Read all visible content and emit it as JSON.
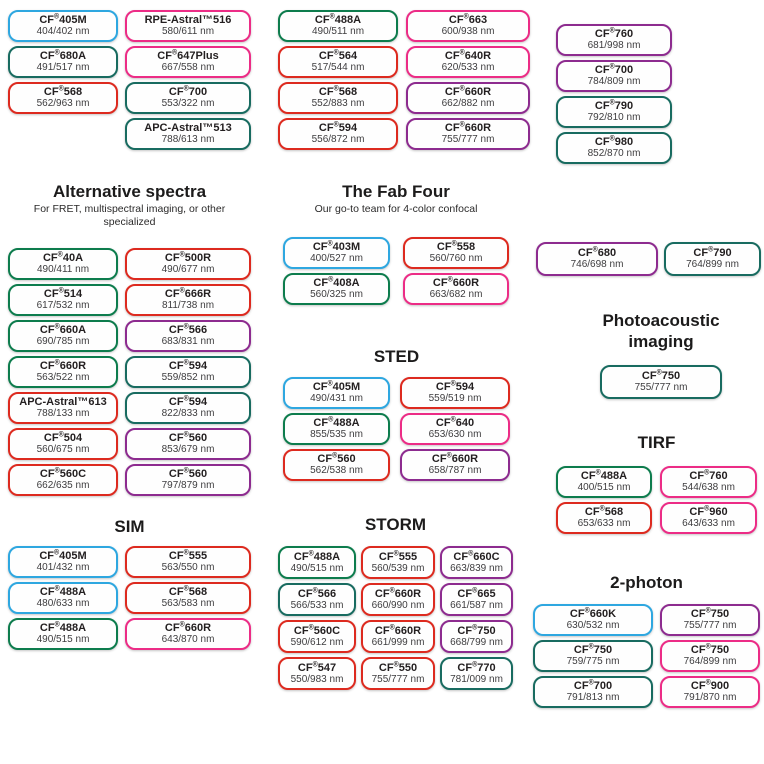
{
  "colors": {
    "blue": "#2ea7e0",
    "green": "#0d7c4d",
    "teal": "#186b60",
    "red": "#dd2a1f",
    "pink": "#ec2c86",
    "purple": "#8d2b8f"
  },
  "sections": {
    "top_left": {
      "columns": [
        [
          {
            "name": "CF®405M",
            "wl": "404/402 nm",
            "color": "blue"
          },
          {
            "name": "CF®680A",
            "wl": "491/517 nm",
            "color": "teal"
          },
          {
            "name": "CF®568",
            "wl": "562/963 nm",
            "color": "red"
          }
        ],
        [
          {
            "name": "RPE-Astral™516",
            "wl": "580/611 nm",
            "color": "pink"
          },
          {
            "name": "CF®647Plus",
            "wl": "667/558 nm",
            "color": "pink"
          },
          {
            "name": "CF®700",
            "wl": "553/322 nm",
            "color": "teal"
          },
          {
            "name": "APC-Astral™513",
            "wl": "788/613 nm",
            "color": "teal"
          }
        ]
      ]
    },
    "top_middle": {
      "columns": [
        [
          {
            "name": "CF®488A",
            "wl": "490/511 nm",
            "color": "green"
          },
          {
            "name": "CF®564",
            "wl": "517/544 nm",
            "color": "red"
          },
          {
            "name": "CF®568",
            "wl": "552/883 nm",
            "color": "red"
          },
          {
            "name": "CF®594",
            "wl": "556/872 nm",
            "color": "red"
          }
        ],
        [
          {
            "name": "CF®663",
            "wl": "600/938 nm",
            "color": "pink"
          },
          {
            "name": "CF®640R",
            "wl": "620/533 nm",
            "color": "pink"
          },
          {
            "name": "CF®660R",
            "wl": "662/882 nm",
            "color": "purple"
          },
          {
            "name": "CF®660R",
            "wl": "755/777 nm",
            "color": "purple"
          }
        ]
      ]
    },
    "top_right": {
      "columns": [
        [
          {
            "name": "CF®760",
            "wl": "681/998 nm",
            "color": "purple"
          },
          {
            "name": "CF®700",
            "wl": "784/809 nm",
            "color": "purple"
          },
          {
            "name": "CF®790",
            "wl": "792/810 nm",
            "color": "teal"
          },
          {
            "name": "CF®980",
            "wl": "852/870 nm",
            "color": "teal"
          }
        ]
      ]
    },
    "alt": {
      "title": "Alternative spectra",
      "subtitle": "For FRET, multispectral imaging, or other specialized",
      "columns": [
        [
          {
            "name": "CF®40A",
            "wl": "490/411 nm",
            "color": "green"
          },
          {
            "name": "CF®514",
            "wl": "617/532 nm",
            "color": "green"
          },
          {
            "name": "CF®660A",
            "wl": "690/785 nm",
            "color": "green"
          },
          {
            "name": "CF®660R",
            "wl": "563/522 nm",
            "color": "green"
          },
          {
            "name": "APC-Astral™613",
            "wl": "788/133 nm",
            "color": "red"
          },
          {
            "name": "CF®504",
            "wl": "560/675 nm",
            "color": "red"
          },
          {
            "name": "CF®560C",
            "wl": "662/635 nm",
            "color": "red"
          }
        ],
        [
          {
            "name": "CF®500R",
            "wl": "490/677 nm",
            "color": "red"
          },
          {
            "name": "CF®666R",
            "wl": "811/738 nm",
            "color": "red"
          },
          {
            "name": "CF®566",
            "wl": "683/831 nm",
            "color": "purple"
          },
          {
            "name": "CF®594",
            "wl": "559/852 nm",
            "color": "teal"
          },
          {
            "name": "CF®594",
            "wl": "822/833 nm",
            "color": "teal"
          },
          {
            "name": "CF®560",
            "wl": "853/679 nm",
            "color": "purple"
          },
          {
            "name": "CF®560",
            "wl": "797/879 nm",
            "color": "purple"
          }
        ]
      ]
    },
    "fab": {
      "title": "The Fab Four",
      "subtitle": "Our go-to team for 4-color confocal",
      "columns": [
        [
          {
            "name": "CF®403M",
            "wl": "400/527 nm",
            "color": "blue"
          },
          {
            "name": "CF®408A",
            "wl": "560/325 nm",
            "color": "green"
          }
        ],
        [
          {
            "name": "CF®558",
            "wl": "560/760 nm",
            "color": "red"
          },
          {
            "name": "CF®660R",
            "wl": "663/682 nm",
            "color": "pink"
          }
        ]
      ]
    },
    "pair": {
      "columns": [
        [
          {
            "name": "CF®680",
            "wl": "746/698 nm",
            "color": "purple"
          }
        ],
        [
          {
            "name": "CF®790",
            "wl": "764/899 nm",
            "color": "teal"
          }
        ]
      ]
    },
    "sted": {
      "title": "STED",
      "columns": [
        [
          {
            "name": "CF®405M",
            "wl": "490/431 nm",
            "color": "blue"
          },
          {
            "name": "CF®488A",
            "wl": "855/535 nm",
            "color": "green"
          },
          {
            "name": "CF®560",
            "wl": "562/538 nm",
            "color": "red"
          }
        ],
        [
          {
            "name": "CF®594",
            "wl": "559/519 nm",
            "color": "red"
          },
          {
            "name": "CF®640",
            "wl": "653/630 nm",
            "color": "pink"
          },
          {
            "name": "CF®660R",
            "wl": "658/787 nm",
            "color": "purple"
          }
        ]
      ]
    },
    "photoacoustic": {
      "title": "Photoacoustic imaging",
      "columns": [
        [
          {
            "name": "CF®750",
            "wl": "755/777 nm",
            "color": "teal"
          }
        ]
      ]
    },
    "tirf": {
      "title": "TIRF",
      "columns": [
        [
          {
            "name": "CF®488A",
            "wl": "400/515 nm",
            "color": "green"
          },
          {
            "name": "CF®568",
            "wl": "653/633 nm",
            "color": "red"
          }
        ],
        [
          {
            "name": "CF®760",
            "wl": "544/638 nm",
            "color": "pink"
          },
          {
            "name": "CF®960",
            "wl": "643/633 nm",
            "color": "pink"
          }
        ]
      ]
    },
    "sim": {
      "title": "SIM",
      "columns": [
        [
          {
            "name": "CF®405M",
            "wl": "401/432 nm",
            "color": "blue"
          },
          {
            "name": "CF®488A",
            "wl": "480/633 nm",
            "color": "blue"
          },
          {
            "name": "CF®488A",
            "wl": "490/515 nm",
            "color": "green"
          }
        ],
        [
          {
            "name": "CF®555",
            "wl": "563/550 nm",
            "color": "red"
          },
          {
            "name": "CF®568",
            "wl": "563/583 nm",
            "color": "red"
          },
          {
            "name": "CF®660R",
            "wl": "643/870 nm",
            "color": "pink"
          }
        ]
      ]
    },
    "storm": {
      "title": "STORM",
      "columns": [
        [
          {
            "name": "CF®488A",
            "wl": "490/515 nm",
            "color": "green"
          },
          {
            "name": "CF®566",
            "wl": "566/533 nm",
            "color": "teal"
          },
          {
            "name": "CF®560C",
            "wl": "590/612 nm",
            "color": "red"
          },
          {
            "name": "CF®547",
            "wl": "550/983 nm",
            "color": "red"
          }
        ],
        [
          {
            "name": "CF®555",
            "wl": "560/539 nm",
            "color": "red"
          },
          {
            "name": "CF®660R",
            "wl": "660/990 nm",
            "color": "red"
          },
          {
            "name": "CF®660R",
            "wl": "661/999 nm",
            "color": "red"
          },
          {
            "name": "CF®550",
            "wl": "755/777 nm",
            "color": "red"
          }
        ],
        [
          {
            "name": "CF®660C",
            "wl": "663/839 nm",
            "color": "purple"
          },
          {
            "name": "CF®665",
            "wl": "661/587 nm",
            "color": "purple"
          },
          {
            "name": "CF®750",
            "wl": "668/799 nm",
            "color": "purple"
          },
          {
            "name": "CF®770",
            "wl": "781/009 nm",
            "color": "teal"
          }
        ]
      ]
    },
    "two_photon": {
      "title": "2-photon",
      "columns": [
        [
          {
            "name": "CF®660K",
            "wl": "630/532 nm",
            "color": "blue"
          },
          {
            "name": "CF®750",
            "wl": "759/775 nm",
            "color": "teal"
          },
          {
            "name": "CF®700",
            "wl": "791/813 nm",
            "color": "teal"
          }
        ],
        [
          {
            "name": "CF®750",
            "wl": "755/777 nm",
            "color": "purple"
          },
          {
            "name": "CF®750",
            "wl": "764/899 nm",
            "color": "pink"
          },
          {
            "name": "CF®900",
            "wl": "791/870 nm",
            "color": "pink"
          }
        ]
      ]
    }
  }
}
